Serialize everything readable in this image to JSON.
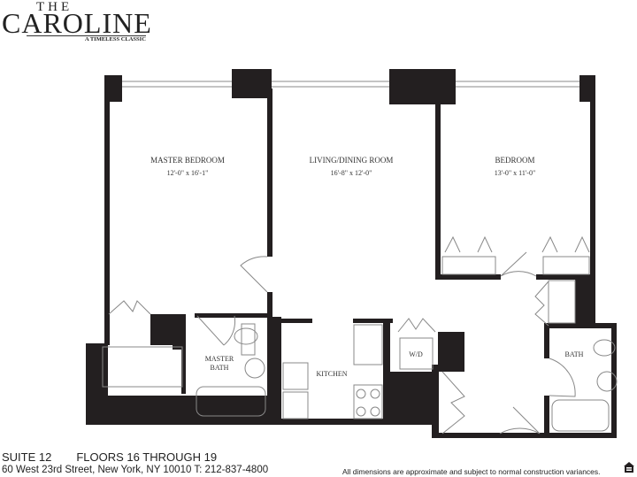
{
  "logo": {
    "the": "THE",
    "name": "CAROLINE",
    "tagline": "A TIMELESS CLASSIC"
  },
  "rooms": {
    "master_bedroom": {
      "label": "MASTER BEDROOM",
      "dim": "12'-0\" x 16'-1\""
    },
    "living_dining": {
      "label": "LIVING/DINING ROOM",
      "dim": "16'-8\" x 12'-0\""
    },
    "bedroom": {
      "label": "BEDROOM",
      "dim": "13'-0\" x 11'-0\""
    },
    "master_bath": {
      "label_line1": "MASTER",
      "label_line2": "BATH"
    },
    "kitchen": {
      "label": "KITCHEN"
    },
    "wd": {
      "label": "W/D"
    },
    "bath": {
      "label": "BATH"
    }
  },
  "footer": {
    "suite": "SUITE 12",
    "floors": "FLOORS 16 THROUGH 19",
    "address": "60 West 23rd Street, New York, NY 10010 T: 212-837-4800",
    "disclaimer": "All dimensions are approximate and subject to normal construction variances."
  },
  "colors": {
    "wall": "#231f20",
    "line": "#888888"
  }
}
